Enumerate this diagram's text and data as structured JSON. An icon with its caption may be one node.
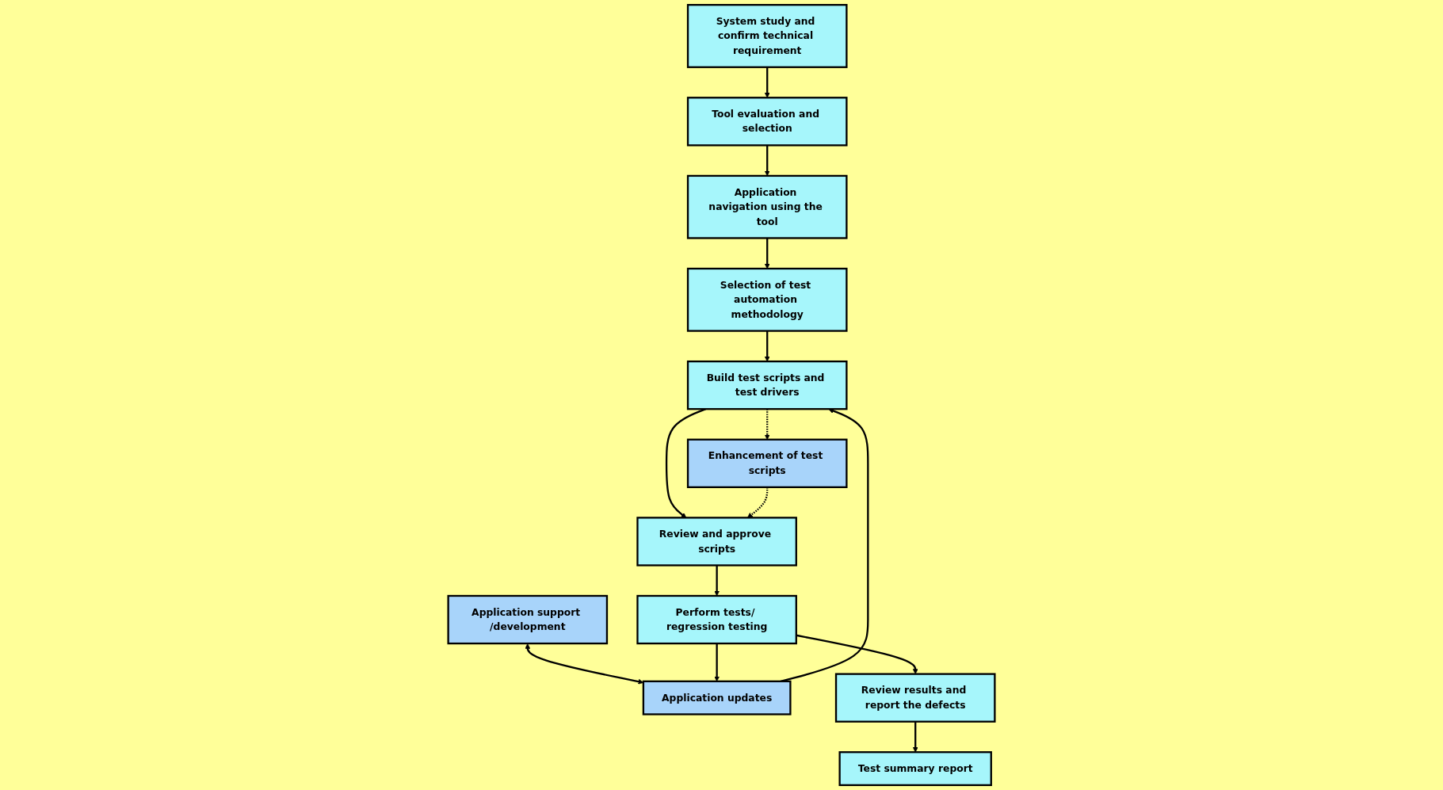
{
  "diagram": {
    "nodes": [
      {
        "text": [
          "System study and confirm technical requirement"
        ]
      },
      {
        "text": [
          "Tool evaluation and selection"
        ]
      },
      {
        "text": [
          "Application navigation using the tool"
        ]
      },
      {
        "text": [
          "Selection of test automation methodology"
        ]
      },
      {
        "text": [
          "Application support /development"
        ]
      },
      {
        "text": [
          "Application updates"
        ]
      },
      {
        "text": [
          "Review results and report the defects"
        ]
      },
      {
        "text": [
          "Perform tests/ regression testing"
        ]
      },
      {
        "text": [
          "Review and approve scripts"
        ]
      },
      {
        "text": [
          "Build test scripts and test drivers"
        ]
      },
      {
        "text": [
          "Test summary report"
        ]
      },
      {
        "text": [
          "Enhancement of test scripts"
        ]
      }
    ],
    "edges": [
      {
        "from": 0,
        "to": 1,
        "arrow": "to"
      },
      {
        "from": 1,
        "to": 2,
        "arrow": "to"
      },
      {
        "from": 2,
        "to": 3,
        "arrow": "to"
      },
      {
        "from": 3,
        "to": 9,
        "arrow": "to"
      },
      {
        "from": 4,
        "to": 5,
        "arrow": "both"
      },
      {
        "from": 5,
        "to": 9,
        "arrow": "to"
      },
      {
        "from": 7,
        "to": 5,
        "arrow": "to"
      },
      {
        "from": 9,
        "to": 8,
        "arrow": "to"
      },
      {
        "from": 8,
        "to": 7,
        "arrow": "to"
      },
      {
        "from": 7,
        "to": 6,
        "arrow": "to"
      },
      {
        "from": 6,
        "to": 10,
        "arrow": "to"
      },
      {
        "from": 9,
        "to": 11,
        "arrow": "to",
        "style": "dashed"
      },
      {
        "from": 11,
        "to": 8,
        "arrow": "to",
        "style": "dashed"
      }
    ]
  }
}
